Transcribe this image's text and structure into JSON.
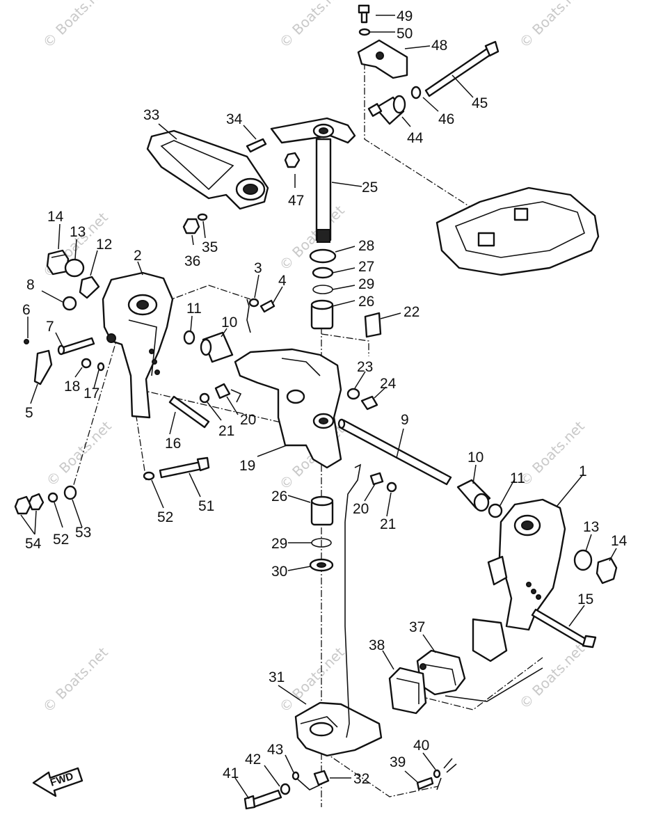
{
  "watermark": "© Boats.net",
  "fwd_label": "FWD",
  "callouts": {
    "c49": "49",
    "c50": "50",
    "c48": "48",
    "c45": "45",
    "c46": "46",
    "c44": "44",
    "c33": "33",
    "c34": "34",
    "c47": "47",
    "c25": "25",
    "c14a": "14",
    "c13a": "13",
    "c12": "12",
    "c36": "36",
    "c35": "35",
    "c2": "2",
    "c3": "3",
    "c4": "4",
    "c28": "28",
    "c27": "27",
    "c29a": "29",
    "c26a": "26",
    "c22": "22",
    "c8": "8",
    "c6": "6",
    "c7": "7",
    "c11a": "11",
    "c10a": "10",
    "c18": "18",
    "c17": "17",
    "c5": "5",
    "c23": "23",
    "c24": "24",
    "c21a": "21",
    "c20a": "20",
    "c9": "9",
    "c16": "16",
    "c19": "19",
    "c10b": "10",
    "c11b": "11",
    "c1": "1",
    "c51": "51",
    "c52a": "52",
    "c54": "54",
    "c52b": "52",
    "c53": "53",
    "c26b": "26",
    "c20b": "20",
    "c21b": "21",
    "c13b": "13",
    "c14b": "14",
    "c29b": "29",
    "c30": "30",
    "c15": "15",
    "c37": "37",
    "c38": "38",
    "c31": "31",
    "c41": "41",
    "c42": "42",
    "c43": "43",
    "c32": "32",
    "c39": "39",
    "c40": "40"
  }
}
